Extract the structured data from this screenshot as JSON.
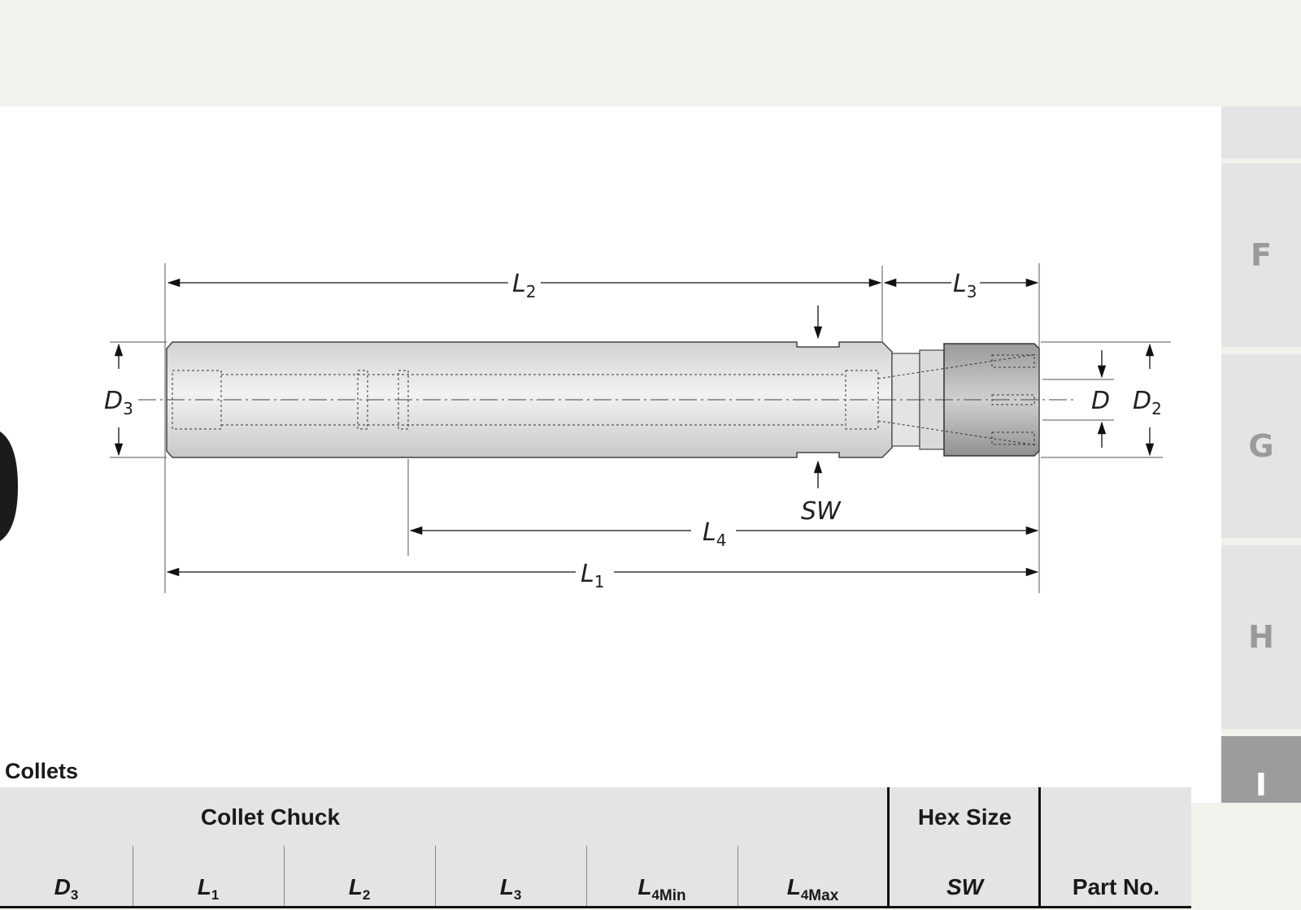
{
  "drawing": {
    "dims": {
      "L2": {
        "var": "L",
        "sub": "2"
      },
      "L3": {
        "var": "L",
        "sub": "3"
      },
      "L4": {
        "var": "L",
        "sub": "4"
      },
      "L1": {
        "var": "L",
        "sub": "1"
      },
      "D3": {
        "var": "D",
        "sub": "3"
      },
      "D2": {
        "var": "D",
        "sub": "2"
      },
      "D": {
        "var": "D"
      },
      "SW": {
        "var": "SW"
      }
    }
  },
  "section": {
    "caption": "Collets"
  },
  "table": {
    "group_collet_chuck": "Collet Chuck",
    "group_hex_size": "Hex Size",
    "columns": [
      {
        "var": "D",
        "sub": "3"
      },
      {
        "var": "L",
        "sub": "1"
      },
      {
        "var": "L",
        "sub": "2"
      },
      {
        "var": "L",
        "sub": "3"
      },
      {
        "var": "L",
        "sub": "4",
        "suffix": "Min"
      },
      {
        "var": "L",
        "sub": "4",
        "suffix": "Max"
      },
      {
        "var": "SW"
      },
      {
        "label": "Part No."
      }
    ]
  },
  "tabs": [
    "",
    "F",
    "G",
    "H",
    "I"
  ],
  "colors": {
    "active_tab": "#9c9c9c",
    "tab": "#e4e4e4",
    "header": "#e4e4e4"
  }
}
